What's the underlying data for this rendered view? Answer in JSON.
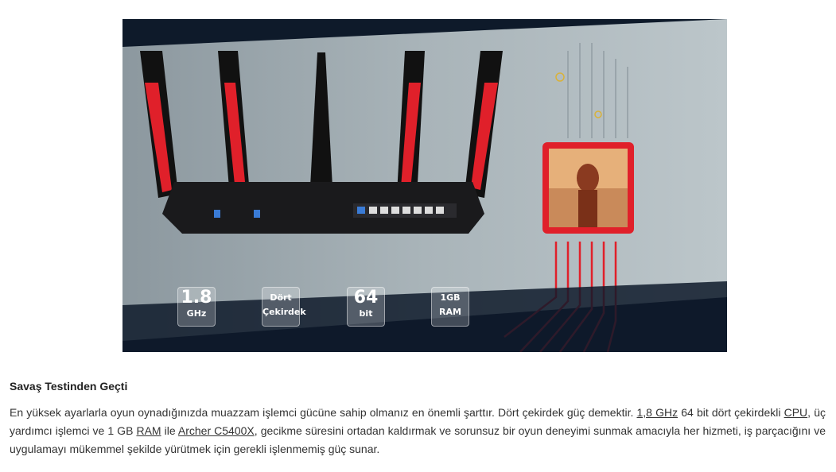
{
  "hero": {
    "specs": [
      {
        "top": "1.8",
        "bottom": "GHz"
      },
      {
        "top": "Dört",
        "bottom": "Çekirdek"
      },
      {
        "top": "64",
        "bottom": "bit"
      },
      {
        "top": "1GB",
        "bottom": "RAM"
      }
    ]
  },
  "article": {
    "heading": "Savaş Testinden Geçti",
    "p1": "En yüksek ayarlarla oyun oynadığınızda muazzam işlemci gücüne sahip olmanız en önemli şarttır. Dört çekirdek güç demektir. ",
    "link1": "1,8 GHz",
    "p2": " 64 bit dört çekirdekli ",
    "link2": "CPU",
    "p3": ", üç yardımcı işlemci ve 1 GB ",
    "link3": "RAM",
    "p4": " ile ",
    "link4": "Archer C5400X",
    "p5": ", gecikme süresini ortadan kaldırmak ve sorunsuz bir oyun deneyimi sunmak amacıyla her hizmeti, iş parçacığını ve uygulamayı mükemmel şekilde yürütmek için gerekli işlenmemiş güç sunar."
  }
}
